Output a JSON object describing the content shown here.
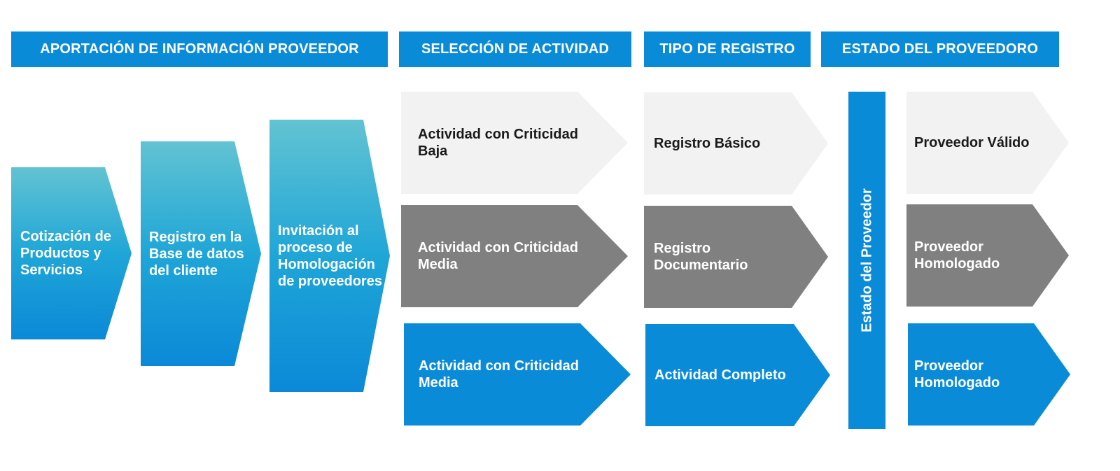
{
  "headers": {
    "info": "APORTACIÓN DE INFORMACIÓN PROVEEDOR",
    "activity": "SELECCIÓN DE ACTIVIDAD",
    "registry": "TIPO DE REGISTRO",
    "status": "ESTADO DEL PROVEEDORO"
  },
  "steps": [
    {
      "label": "Cotización de Productos y Servicios"
    },
    {
      "label": "Registro en la Base de datos del cliente"
    },
    {
      "label": "Invitación al proceso de Homologación de proveedores"
    }
  ],
  "activities": [
    {
      "label": "Actividad con Criticidad Baja"
    },
    {
      "label": "Actividad con Criticidad Media"
    },
    {
      "label": "Actividad con Criticidad Media"
    }
  ],
  "registries": [
    {
      "label": "Registro Básico"
    },
    {
      "label": "Registro Documentario"
    },
    {
      "label": "Actividad Completo"
    }
  ],
  "status_bar": {
    "label": "Estado del Proveedor"
  },
  "statuses": [
    {
      "label": "Proveedor Válido"
    },
    {
      "label": "Proveedor Homologado"
    },
    {
      "label": "Proveedor Homologado"
    }
  ],
  "colors": {
    "blue": "#0a8bd8",
    "gray": "#808080",
    "light": "#f2f2f2",
    "gradient_top": "#62c3d2"
  }
}
